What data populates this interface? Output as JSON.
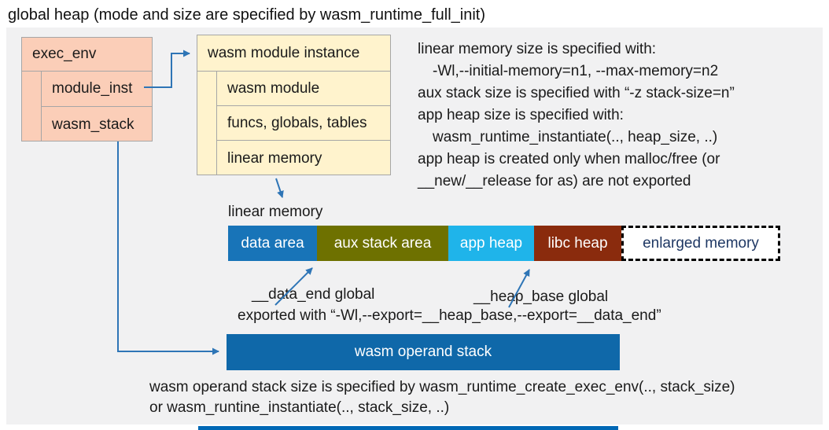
{
  "title": "global heap (mode and size are specified by wasm_runtime_full_init)",
  "colors": {
    "panel_bg": "#F1F1F2",
    "exec_env_box": "#FBCEB8",
    "module_instance_box": "#FFF3CD",
    "box_border": "#A6A6A6",
    "arrow": "#2E75B6",
    "operand_stack_bar": "#0F68A9",
    "cutoff_bar": "#0068B5"
  },
  "exec_env": {
    "header": "exec_env",
    "rows": [
      "module_inst",
      "wasm_stack"
    ]
  },
  "module_instance": {
    "header": "wasm module instance",
    "rows": [
      "wasm module",
      "funcs, globals, tables",
      "linear memory"
    ]
  },
  "notes_top": {
    "lines": [
      "linear memory size is specified with:",
      "-Wl,--initial-memory=n1, --max-memory=n2",
      "aux stack size is specified with “-z stack-size=n”",
      "app heap size is specified with:",
      "wasm_runtime_instantiate(.., heap_size, ..)",
      "app heap is created only when malloc/free (or",
      "__new/__release for as) are not exported"
    ]
  },
  "linear_memory": {
    "label": "linear memory",
    "segments": [
      {
        "label": "data area",
        "color": "#1874B8",
        "text_color": "#FFFFFF"
      },
      {
        "label": "aux stack area",
        "color": "#6E7100",
        "text_color": "#FFFFFF"
      },
      {
        "label": "app heap",
        "color": "#1FB4EA",
        "text_color": "#FFFFFF"
      },
      {
        "label": "libc heap",
        "color": "#8A2B0D",
        "text_color": "#FFFFFF"
      },
      {
        "label": "enlarged memory",
        "color": "#FFFFFF",
        "text_color": "#1F3864",
        "style": "dashed"
      }
    ]
  },
  "annotations": {
    "data_end_label": "__data_end global",
    "heap_base_label": "__heap_base global",
    "export_line": "exported with “-Wl,--export=__heap_base,--export=__data_end”"
  },
  "operand_stack": {
    "label": "wasm operand stack"
  },
  "notes_bottom": {
    "lines": [
      "wasm operand stack size is specified by wasm_runtime_create_exec_env(.., stack_size)",
      "or wasm_runtine_instantiate(.., stack_size, ..)"
    ]
  }
}
